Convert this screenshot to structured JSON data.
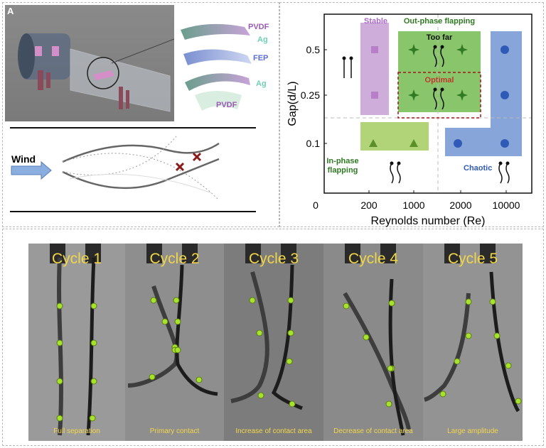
{
  "panel_a": {
    "label": "A",
    "materials": {
      "top_pvdf": "PVDF",
      "top_ag": "Ag",
      "fep": "FEP",
      "bottom_ag": "Ag",
      "bottom_pvdf": "PVDF"
    },
    "wind_label": "Wind"
  },
  "chart_data": {
    "type": "scatter",
    "xlabel": "Reynolds number (Re)",
    "ylabel": "Gap(d/L)",
    "x_ticks": [
      "0",
      "200",
      "1000",
      "2000",
      "10000"
    ],
    "y_ticks": [
      "0.1",
      "0.25",
      "0.5"
    ],
    "regions": [
      {
        "name": "Stable",
        "color": "#c9a4d6"
      },
      {
        "name": "Out-phase flapping",
        "color": "#7cbf5a"
      },
      {
        "name": "In-phase flapping",
        "color": "#a9cf6a"
      },
      {
        "name": "Chaotic",
        "color": "#7b9bd6"
      }
    ],
    "annotations": {
      "too_far": "Too far",
      "optimal": "Optimal"
    },
    "series": [
      {
        "name": "Stable",
        "marker": "square",
        "color": "#b77fc7",
        "points": [
          {
            "x": "200",
            "y": 0.5
          },
          {
            "x": "200",
            "y": 0.25
          }
        ]
      },
      {
        "name": "Out-phase flapping",
        "marker": "star",
        "color": "#2f7a23",
        "points": [
          {
            "x": "200-1000",
            "y": 0.5
          },
          {
            "x": "1000",
            "y": 0.5
          },
          {
            "x": "200-1000",
            "y": 0.25
          },
          {
            "x": "1000",
            "y": 0.25
          }
        ]
      },
      {
        "name": "In-phase flapping",
        "marker": "triangle",
        "color": "#5a8f2a",
        "points": [
          {
            "x": "200",
            "y": 0.1
          },
          {
            "x": "1000",
            "y": 0.1
          }
        ]
      },
      {
        "name": "Chaotic",
        "marker": "circle",
        "color": "#2f5bb7",
        "points": [
          {
            "x": "10000",
            "y": 0.5
          },
          {
            "x": "10000",
            "y": 0.25
          },
          {
            "x": "2000",
            "y": 0.1
          },
          {
            "x": "10000",
            "y": 0.1
          }
        ]
      }
    ]
  },
  "panel_c": {
    "frames": [
      {
        "title": "Cycle 1",
        "caption": "Full separation"
      },
      {
        "title": "Cycle 2",
        "caption": "Primary contact"
      },
      {
        "title": "Cycle 3",
        "caption": "Increase of contact area"
      },
      {
        "title": "Cycle 4",
        "caption": "Decrease of contact area"
      },
      {
        "title": "Cycle 5",
        "caption": "Large amplitude"
      }
    ]
  }
}
